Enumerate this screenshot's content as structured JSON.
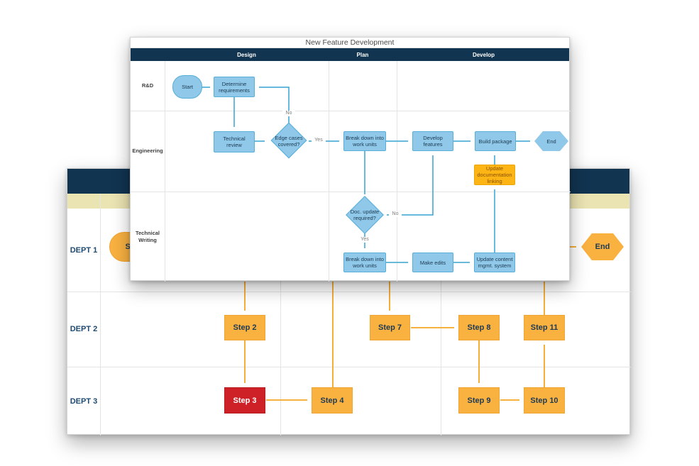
{
  "front_chart": {
    "title": "New Feature Development",
    "phases": [
      {
        "label": "Design"
      },
      {
        "label": "Plan"
      },
      {
        "label": "Develop"
      }
    ],
    "lanes": [
      {
        "label": "R&D"
      },
      {
        "label": "Engineering"
      },
      {
        "label": "Technical Writing"
      }
    ],
    "nodes": {
      "start": {
        "label": "Start",
        "type": "start"
      },
      "determine_requirements": {
        "label": "Determine requirements",
        "type": "process"
      },
      "technical_review": {
        "label": "Technical review",
        "type": "process"
      },
      "edge_cases": {
        "label": "Edge cases covered?",
        "type": "decision"
      },
      "breakdown_eng": {
        "label": "Break down into work units",
        "type": "process"
      },
      "develop_features": {
        "label": "Develop features",
        "type": "process"
      },
      "build_package": {
        "label": "Build package",
        "type": "process"
      },
      "end": {
        "label": "End",
        "type": "end"
      },
      "update_doc_linking": {
        "label": "Update documentation linking",
        "type": "process-highlight"
      },
      "doc_update_required": {
        "label": "Doc. update required?",
        "type": "decision"
      },
      "breakdown_tw": {
        "label": "Break down into work units",
        "type": "process"
      },
      "make_edits": {
        "label": "Make edits",
        "type": "process"
      },
      "update_cms": {
        "label": "Update content mgmt. system",
        "type": "process"
      }
    },
    "branch_labels": {
      "edge_no": "No",
      "edge_yes": "Yes",
      "doc_no": "No",
      "doc_yes": "Yes"
    },
    "colors": {
      "header": "#113450",
      "shape_fill": "#8fc8e8",
      "shape_stroke": "#56aed9",
      "connector": "#35a4d1",
      "highlight_fill": "#fdb415"
    }
  },
  "back_chart": {
    "lanes": [
      {
        "label": "DEPT 1"
      },
      {
        "label": "DEPT 2"
      },
      {
        "label": "DEPT 3"
      }
    ],
    "nodes": {
      "start": {
        "label": "Start",
        "type": "start"
      },
      "end": {
        "label": "End",
        "type": "end"
      },
      "step2": {
        "label": "Step 2",
        "type": "process"
      },
      "step3": {
        "label": "Step 3",
        "type": "process-alert"
      },
      "step4": {
        "label": "Step 4",
        "type": "process"
      },
      "step7": {
        "label": "Step 7",
        "type": "process"
      },
      "step8": {
        "label": "Step 8",
        "type": "process"
      },
      "step9": {
        "label": "Step 9",
        "type": "process"
      },
      "step10": {
        "label": "Step 10",
        "type": "process"
      },
      "step11": {
        "label": "Step 11",
        "type": "process"
      }
    },
    "colors": {
      "header": "#113450",
      "subheader": "#eae3b2",
      "shape_fill": "#f9b140",
      "alert_fill": "#cd2027",
      "connector": "#f5a623"
    }
  }
}
